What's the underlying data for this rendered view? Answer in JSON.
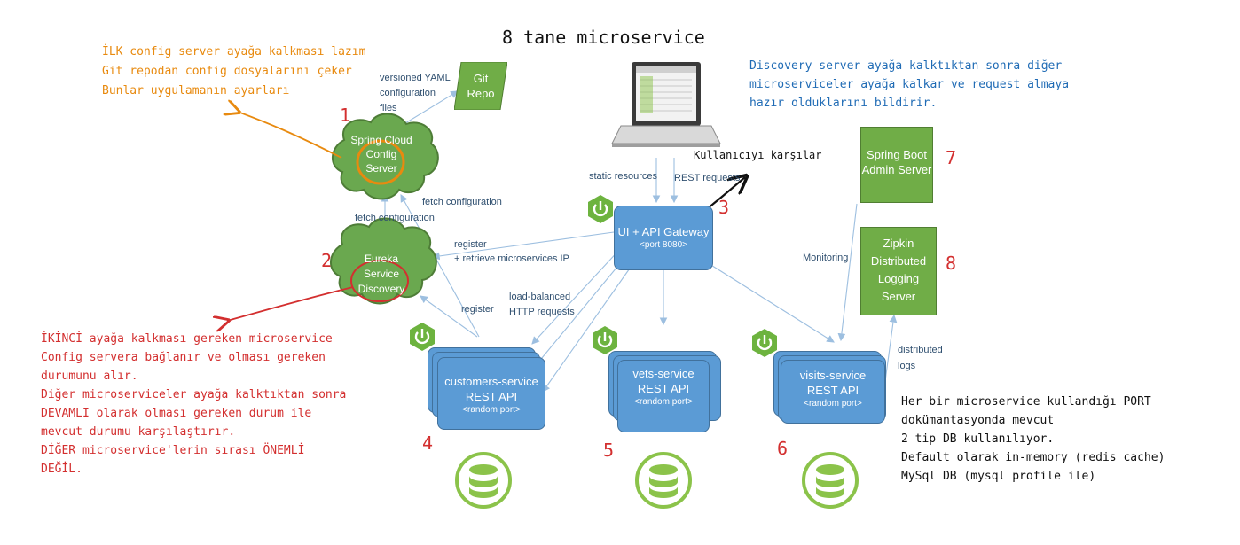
{
  "title": "8 tane microservice",
  "notes": {
    "config": [
      "İLK config server ayağa kalkması lazım",
      "Git repodan config dosyalarını çeker",
      "Bunlar uygulamanın ayarları"
    ],
    "discovery": [
      "Discovery server ayağa kalktıktan sonra diğer",
      "microserviceler ayağa kalkar ve request almaya",
      "hazır olduklarını bildirir."
    ],
    "eureka": [
      "İKİNCİ ayağa kalkması gereken microservice",
      "Config servera bağlanır ve olması gereken",
      "durumunu alır.",
      "Diğer microserviceler ayağa kalktıktan sonra",
      "DEVAMLI olarak olması gereken durum ile",
      "mevcut durumu karşılaştırır.",
      "DİĞER microservice'lerin sırası ÖNEMLİ",
      "DEĞİL."
    ],
    "port": [
      "Her bir microservice kullandığı PORT",
      "dokümantasyonda mevcut",
      "2 tip DB kullanılıyor.",
      "Default olarak in-memory (redis cache)",
      "MySql DB (mysql profile ile)"
    ],
    "gateway": "Kullanıcıyı karşılar"
  },
  "numbers": [
    "1",
    "2",
    "3",
    "4",
    "5",
    "6",
    "7",
    "8"
  ],
  "nodes": {
    "git": [
      "Git",
      "Repo"
    ],
    "config": [
      "Spring Cloud",
      "Config",
      "Server"
    ],
    "eureka": [
      "Eureka",
      "Service",
      "Discovery"
    ],
    "gateway": [
      "UI + API Gateway",
      "<port 8080>"
    ],
    "customers": [
      "customers-service",
      "REST API",
      "<random port>"
    ],
    "vets": [
      "vets-service",
      "REST API",
      "<random port>"
    ],
    "visits": [
      "visits-service",
      "REST API",
      "<random port>"
    ],
    "admin": [
      "Spring Boot",
      "Admin Server"
    ],
    "zipkin": [
      "Zipkin",
      "Distributed",
      "Logging",
      "Server"
    ]
  },
  "edge_labels": {
    "yaml": [
      "versioned YAML",
      "configuration",
      "files"
    ],
    "fetch_config_left": "fetch configuration",
    "fetch_config_right": "fetch configuration",
    "register_top": [
      "register",
      "+ retrieve microservices IP"
    ],
    "register_left": "register",
    "load_balanced": [
      "load-balanced",
      "HTTP requests"
    ],
    "static": "static resources",
    "rest": "REST requests",
    "monitoring": "Monitoring",
    "logs": [
      "distributed",
      "logs"
    ]
  },
  "colors": {
    "orange": "#e88a0f",
    "blue": "#1f6bb5",
    "red": "#d32f2f",
    "service_blue": "#5b9bd5",
    "green": "#70ad47",
    "cloud_green": "#6aa84f",
    "arrow": "#9dbfe0"
  }
}
